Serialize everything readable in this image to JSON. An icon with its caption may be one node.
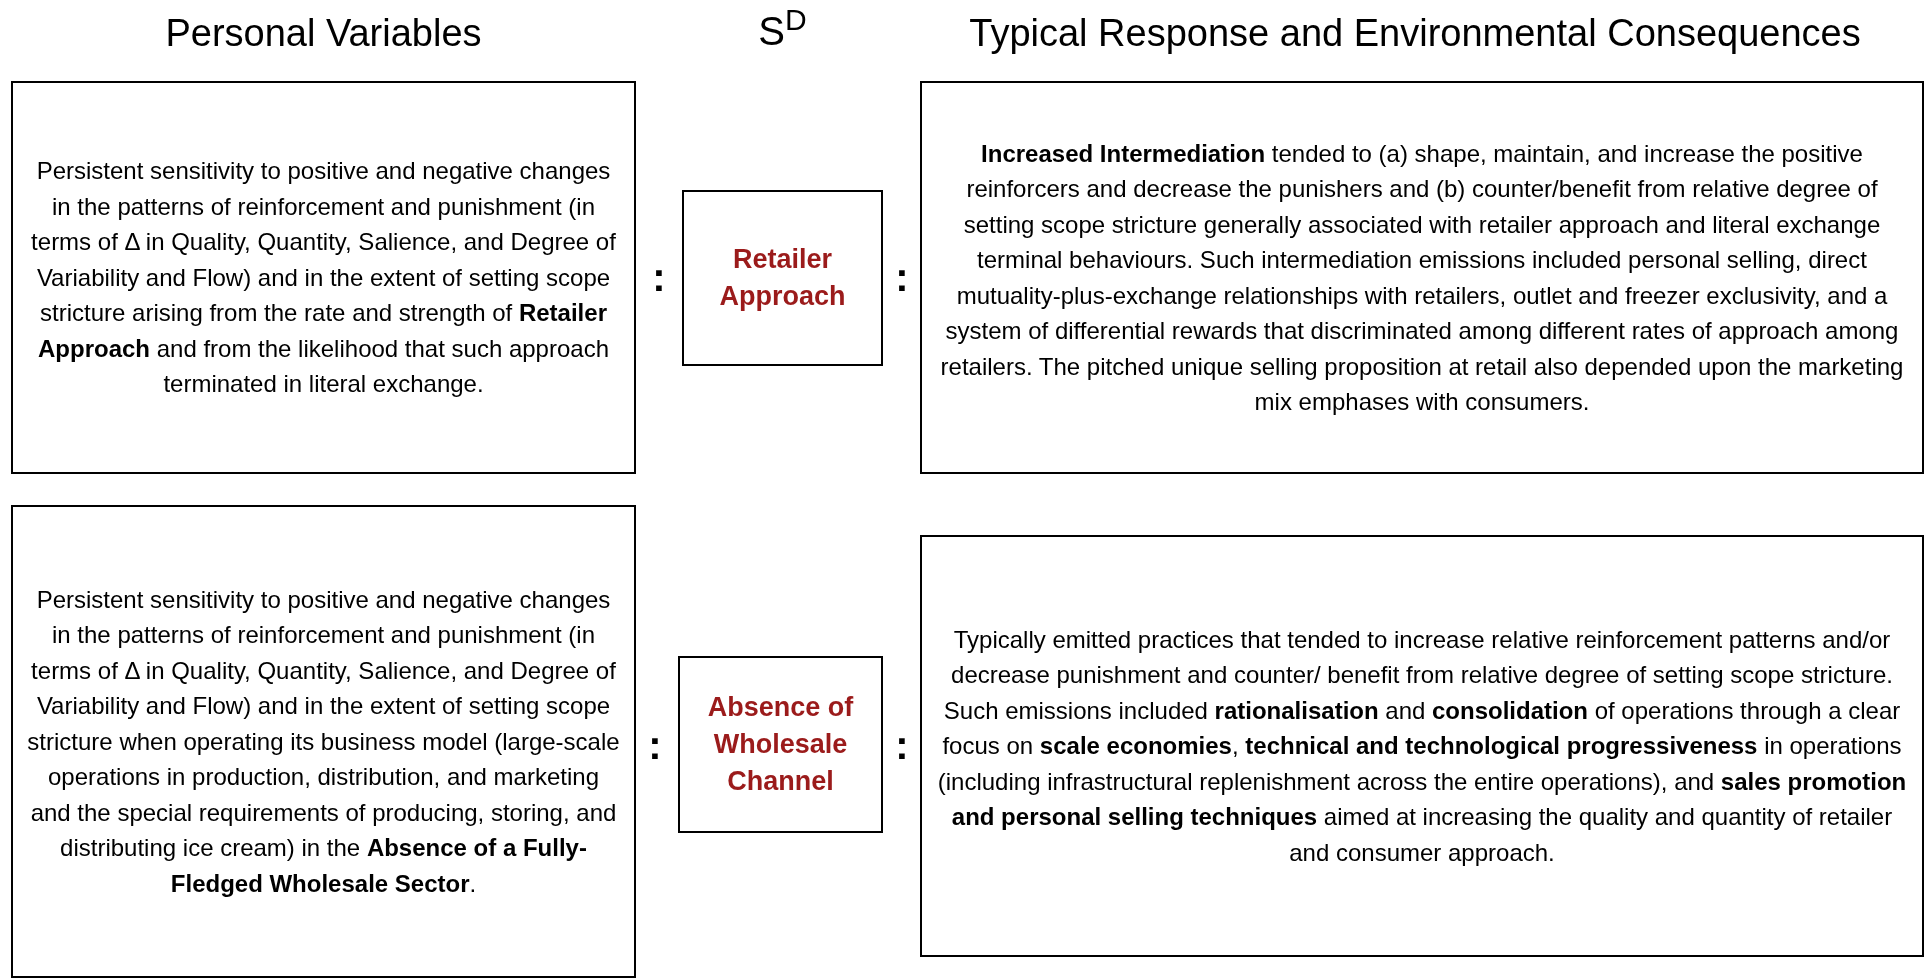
{
  "diagram": {
    "nodes": [
      {
        "text": [
          "Persistent sensitivity to positive and negative changes in the patterns of reinforcement and punishment (in terms of Δ in Quality, Quantity, Salience, and Degree of Variability and Flow) and in the extent of setting scope stricture arising from the rate and strength of **Retailer Approach** and from the likelihood that such approach terminated in literal exchange."
        ]
      },
      {
        "text": [
          "Retailer Approach"
        ]
      },
      {
        "text": [
          "**Increased Intermediation** tended to (a) shape, maintain, and increase the positive reinforcers and decrease the punishers and (b) counter/benefit from relative degree of setting scope stricture generally associated with retailer approach and literal exchange terminal behaviours.  Such intermediation emissions included personal selling, direct mutuality-plus-exchange relationships with retailers, outlet and freezer exclusivity, and a system of differential rewards that discriminated among different rates of approach among retailers.  The pitched unique selling proposition at retail also depended upon the marketing mix emphases with consumers."
        ]
      },
      {
        "text": [
          "Persistent sensitivity to positive and negative changes in the patterns of reinforcement and punishment (in terms of Δ in Quality, Quantity, Salience, and Degree of Variability and Flow) and in the extent of setting scope stricture when operating its business model (large-scale operations in production, distribution, and marketing and the special requirements of producing, storing, and distributing ice cream) in the **Absence of a Fully-Fledged Wholesale Sector**."
        ]
      },
      {
        "text": [
          "Absence of Wholesale Channel"
        ]
      },
      {
        "text": [
          "Typically emitted practices that tended to increase relative reinforcement patterns and/or decrease punishment and counter/ benefit from relative degree of setting scope stricture.  Such emissions included **rationalisation** and **consolidation** of operations through a clear focus on **scale economies**, **technical and technological progressiveness**  in operations (including infrastructural replenishment across the entire operations), and **sales promotion and personal selling techniques** aimed at increasing the quality and quantity of retailer and consumer approach."
        ]
      }
    ],
    "labels": [
      "Personal Variables",
      "S$^{D}$",
      "Typical Response and Environmental Consequences",
      ":",
      ":",
      ":",
      ":"
    ]
  }
}
